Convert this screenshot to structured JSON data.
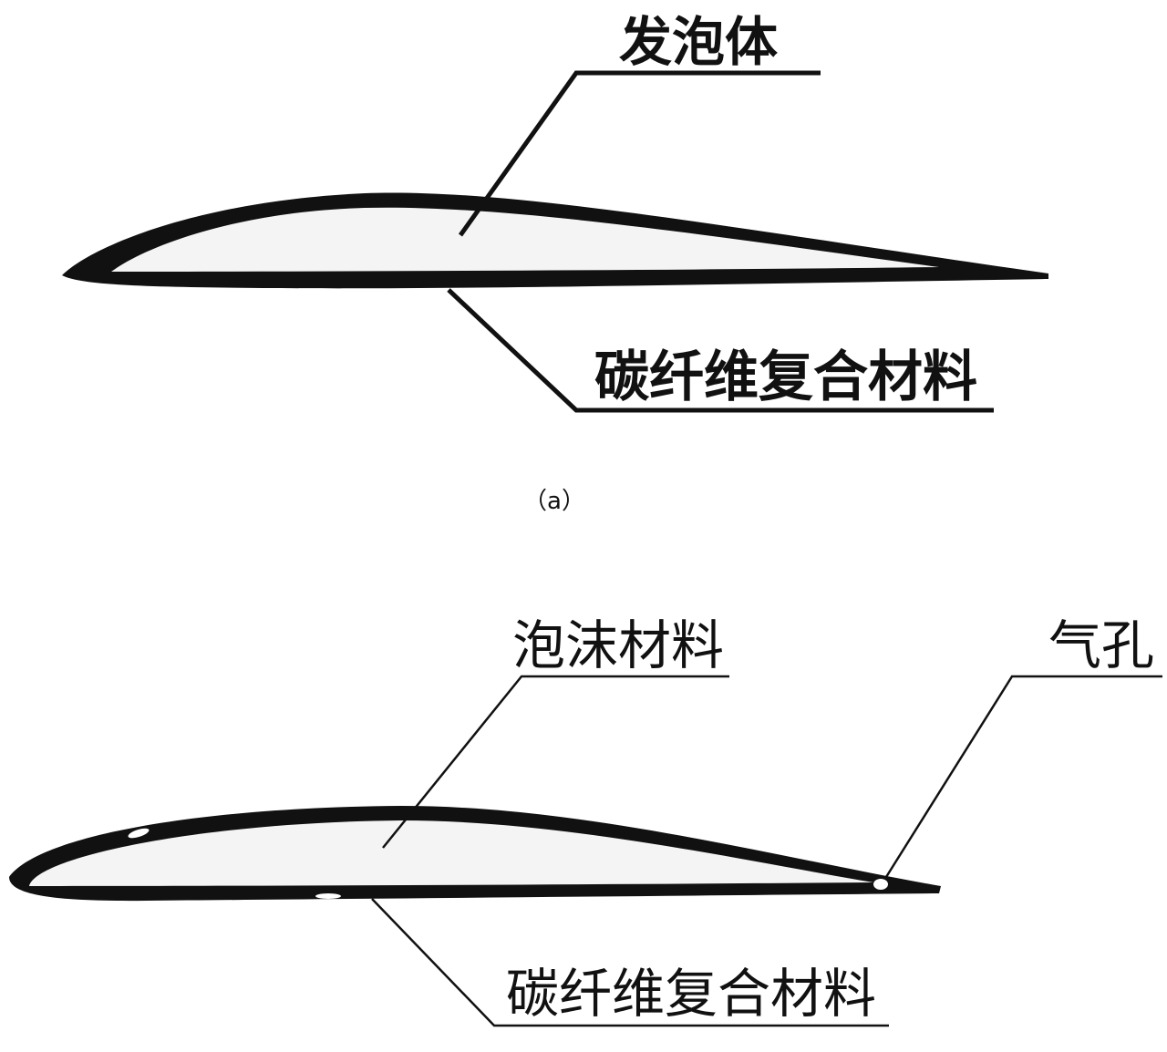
{
  "figure_a": {
    "label_top": "发泡体",
    "label_bottom": "碳纤维复合材料",
    "caption": "（a）"
  },
  "figure_b": {
    "label_foam": "泡沫材料",
    "label_hole": "气孔",
    "label_bottom": "碳纤维复合材料"
  },
  "colors": {
    "ink": "#111111",
    "core_fill": "#f4f4f4"
  }
}
